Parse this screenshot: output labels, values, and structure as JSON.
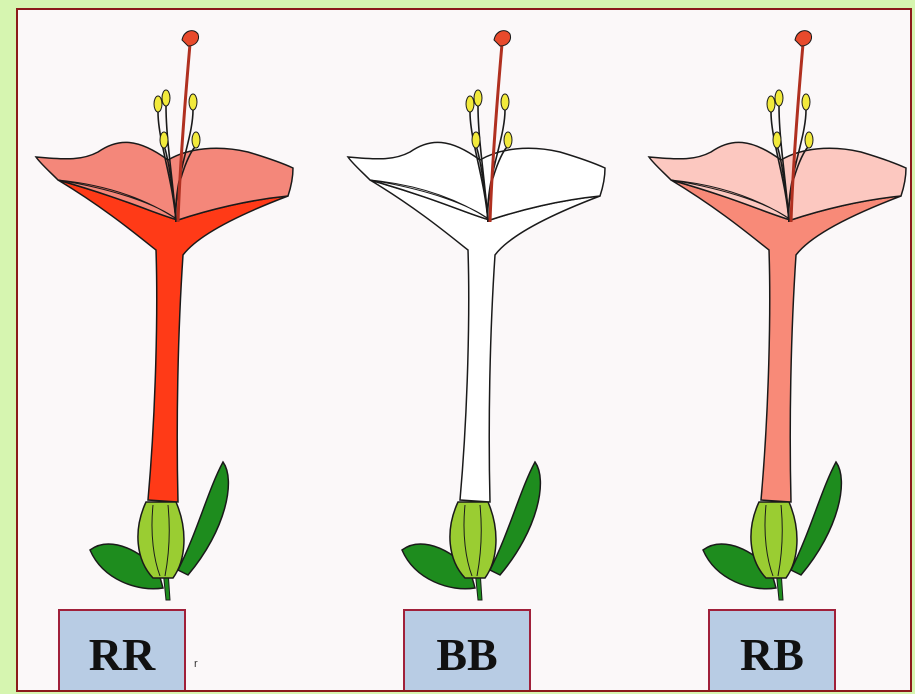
{
  "flowers": [
    {
      "genotype": "RR",
      "tube_color": "#ff3a17",
      "petal_color": "#f4877a",
      "petal_inner": "#ee6a5c"
    },
    {
      "genotype": "BB",
      "tube_color": "#ffffff",
      "petal_color": "#ffffff",
      "petal_inner": "#ffffff"
    },
    {
      "genotype": "RB",
      "tube_color": "#f88a78",
      "petal_color": "#fcc8c0",
      "petal_inner": "#f9b3a8"
    }
  ],
  "colors": {
    "background": "#d6f5b0",
    "panel": "#fbf8f9",
    "label_fill": "#b8cce4",
    "calyx": "#9acd32",
    "leaf": "#1e8c1e",
    "anther": "#f2ea3c",
    "stigma": "#e84a2c"
  }
}
